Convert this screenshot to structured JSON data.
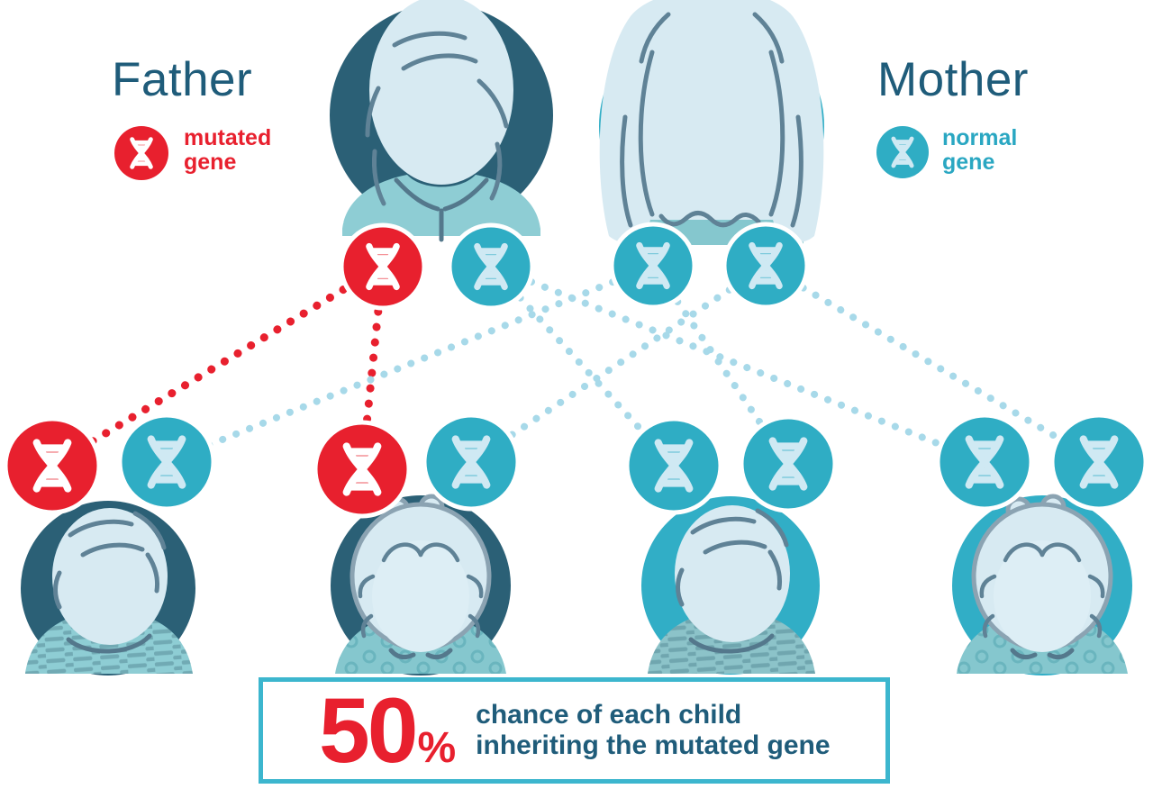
{
  "labels": {
    "father": "Father",
    "mother": "Mother"
  },
  "legend": {
    "mutated": {
      "line1": "mutated",
      "line2": "gene",
      "color": "#e8202e"
    },
    "normal": {
      "line1": "normal",
      "line2": "gene",
      "color": "#2aa7c2"
    }
  },
  "footer": {
    "percent": "50",
    "percent_sign": "%",
    "line1": "chance of each child",
    "line2": "inheriting the mutated gene"
  },
  "colors": {
    "heading_text": "#1f5c7a",
    "mutated_gene": "#e8202e",
    "normal_gene": "#2fadc4",
    "dark_portrait_bg": "#2b6076",
    "teal_portrait_bg": "#31aec6",
    "dotted_line_normal": "#a7d9e9",
    "dotted_line_mutated": "#e8202e",
    "box_border": "#3cb6ce"
  },
  "pedigree": {
    "parents": [
      {
        "id": "father",
        "label": "Father",
        "genes": [
          "mutated",
          "normal"
        ]
      },
      {
        "id": "mother",
        "label": "Mother",
        "genes": [
          "normal",
          "normal"
        ]
      }
    ],
    "children": [
      {
        "id": "child-1",
        "appearance": "boy",
        "genes": [
          "mutated",
          "normal"
        ],
        "inherited_mutated": true,
        "gene_sources": {
          "mutated": "father",
          "normal": "mother"
        }
      },
      {
        "id": "child-2",
        "appearance": "girl",
        "genes": [
          "mutated",
          "normal"
        ],
        "inherited_mutated": true,
        "gene_sources": {
          "mutated": "father",
          "normal": "mother"
        }
      },
      {
        "id": "child-3",
        "appearance": "boy",
        "genes": [
          "normal",
          "normal"
        ],
        "inherited_mutated": false,
        "gene_sources": {
          "normal_1": "father",
          "normal_2": "mother"
        }
      },
      {
        "id": "child-4",
        "appearance": "girl",
        "genes": [
          "normal",
          "normal"
        ],
        "inherited_mutated": false,
        "gene_sources": {
          "normal_1": "father",
          "normal_2": "mother"
        }
      }
    ],
    "chance_of_inheriting_mutated_gene_percent": 50
  }
}
